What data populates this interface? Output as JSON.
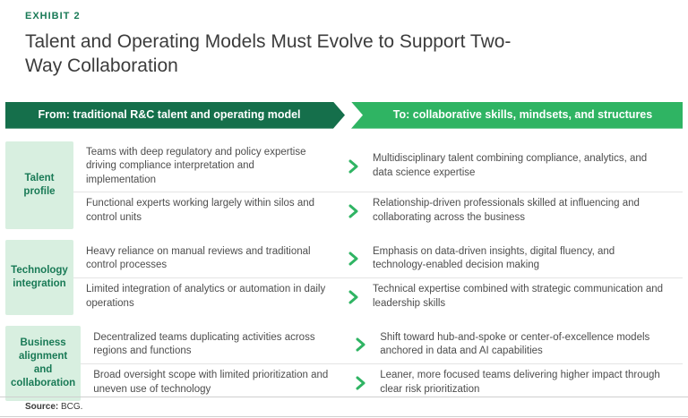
{
  "exhibit_label": "EXHIBIT 2",
  "title": "Talent and Operating Models Must Evolve to Support Two-Way Collaboration",
  "banner": {
    "from_label": "From: traditional R&C talent and operating model",
    "to_label": "To: collaborative skills, mindsets, and structures"
  },
  "groups": [
    {
      "label": "Talent profile",
      "rows": [
        {
          "from": "Teams with deep regulatory and policy expertise driving compliance interpretation and implementation",
          "to": "Multidisciplinary talent combining compliance, analytics, and data science expertise"
        },
        {
          "from": "Functional experts working largely within silos and control units",
          "to": "Relationship-driven professionals skilled at influencing and collaborating across the business"
        }
      ]
    },
    {
      "label": "Technology integration",
      "rows": [
        {
          "from": "Heavy reliance on manual reviews and traditional control processes",
          "to": "Emphasis on data-driven insights, digital fluency, and technology-enabled decision making"
        },
        {
          "from": "Limited integration of analytics or automation in daily operations",
          "to": "Technical expertise combined with strategic communication and leadership skills"
        }
      ]
    },
    {
      "label": "Business alignment and collaboration",
      "rows": [
        {
          "from": "Decentralized teams duplicating activities across regions and functions",
          "to": "Shift toward hub-and-spoke or center-of-excellence models anchored in data and AI capabilities"
        },
        {
          "from": "Broad oversight scope with limited prioritization and uneven use of technology",
          "to": "Leaner, more focused teams delivering higher impact through clear risk prioritization"
        }
      ]
    }
  ],
  "footer": {
    "source_label": "Source:",
    "source_value": "BCG."
  },
  "colors": {
    "dark_green": "#156f4b",
    "bright_green": "#2fb463",
    "light_green_bg": "#d8efe0",
    "accent_green_text": "#197a56",
    "body_text": "#4d4d4d"
  }
}
